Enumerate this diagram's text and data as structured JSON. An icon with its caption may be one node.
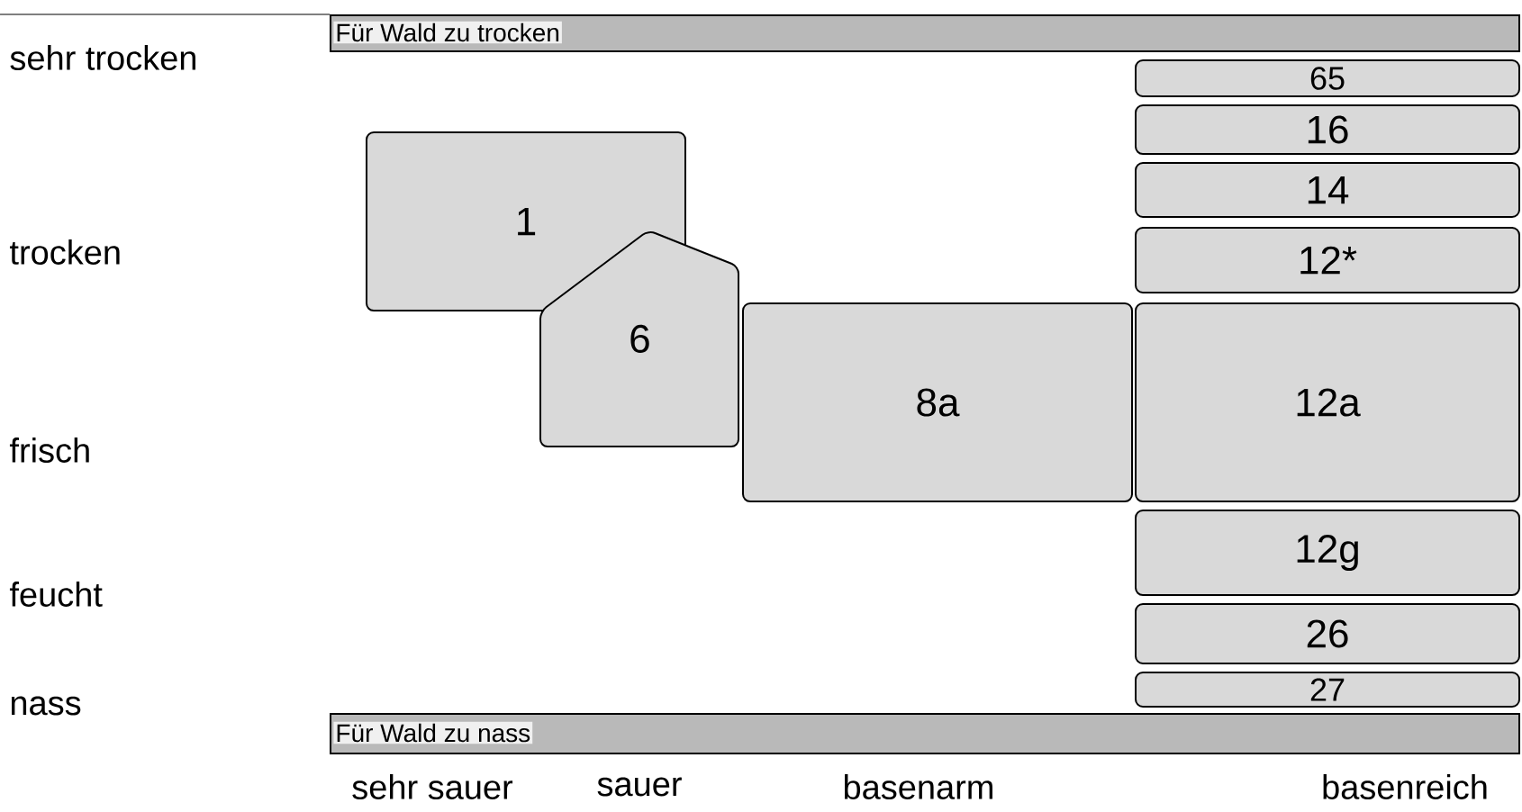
{
  "diagram": {
    "nodes": [
      {
        "text": [
          "Für Wald zu trocken"
        ]
      },
      {
        "text": [
          "65"
        ]
      },
      {
        "text": [
          "16"
        ]
      },
      {
        "text": [
          "1"
        ]
      },
      {
        "text": [
          "14"
        ]
      },
      {
        "text": [
          "12*"
        ]
      },
      {
        "text": [
          "6"
        ]
      },
      {
        "text": [
          "8a"
        ]
      },
      {
        "text": [
          "12a"
        ]
      },
      {
        "text": [
          "12g"
        ]
      },
      {
        "text": [
          "26"
        ]
      },
      {
        "text": [
          "27"
        ]
      },
      {
        "text": [
          "Für Wald zu nass"
        ]
      }
    ],
    "labels": [
      "sehr trocken",
      "trocken",
      "frisch",
      "feucht",
      "nass",
      "sehr sauer",
      "sauer",
      "basenarm",
      "basenreich"
    ]
  }
}
